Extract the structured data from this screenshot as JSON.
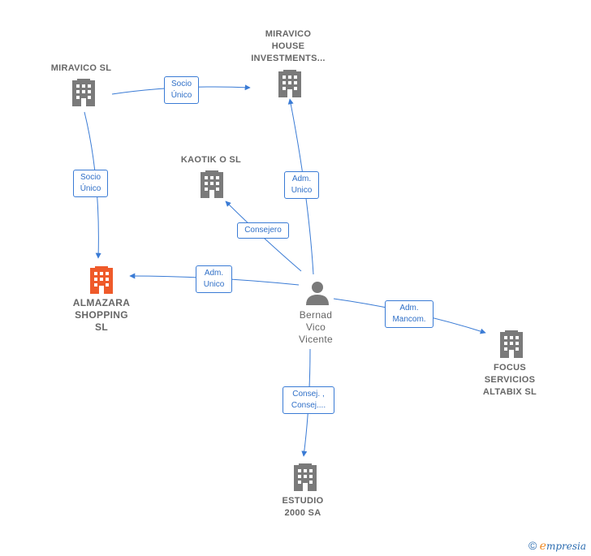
{
  "nodes": {
    "miravico": {
      "label": "MIRAVICO SL"
    },
    "miravico_house": {
      "label": "MIRAVICO\nHOUSE\nINVESTMENTS..."
    },
    "kaotik": {
      "label": "KAOTIK O  SL"
    },
    "almazara": {
      "label": "ALMAZARA\nSHOPPING\nSL"
    },
    "bernad": {
      "label": "Bernad\nVico\nVicente"
    },
    "focus": {
      "label": "FOCUS\nSERVICIOS\nALTABIX SL"
    },
    "estudio": {
      "label": "ESTUDIO\n2000 SA"
    }
  },
  "edges": {
    "miravico_to_house": "Socio\nÚnico",
    "miravico_to_almazara": "Socio\nÚnico",
    "bernad_to_house": "Adm.\nUnico",
    "bernad_to_kaotik": "Consejero",
    "bernad_to_almazara": "Adm.\nUnico",
    "bernad_to_focus": "Adm.\nMancom.",
    "bernad_to_estudio": "Consej. ,\nConsej...."
  },
  "colors": {
    "building": "#7a7a7a",
    "focus_building": "#ef5a2a",
    "edge": "#3a7bd5",
    "person": "#7a7a7a"
  },
  "footer": {
    "copyright": "©",
    "brand_e": "e",
    "brand_rest": "mpresia"
  }
}
